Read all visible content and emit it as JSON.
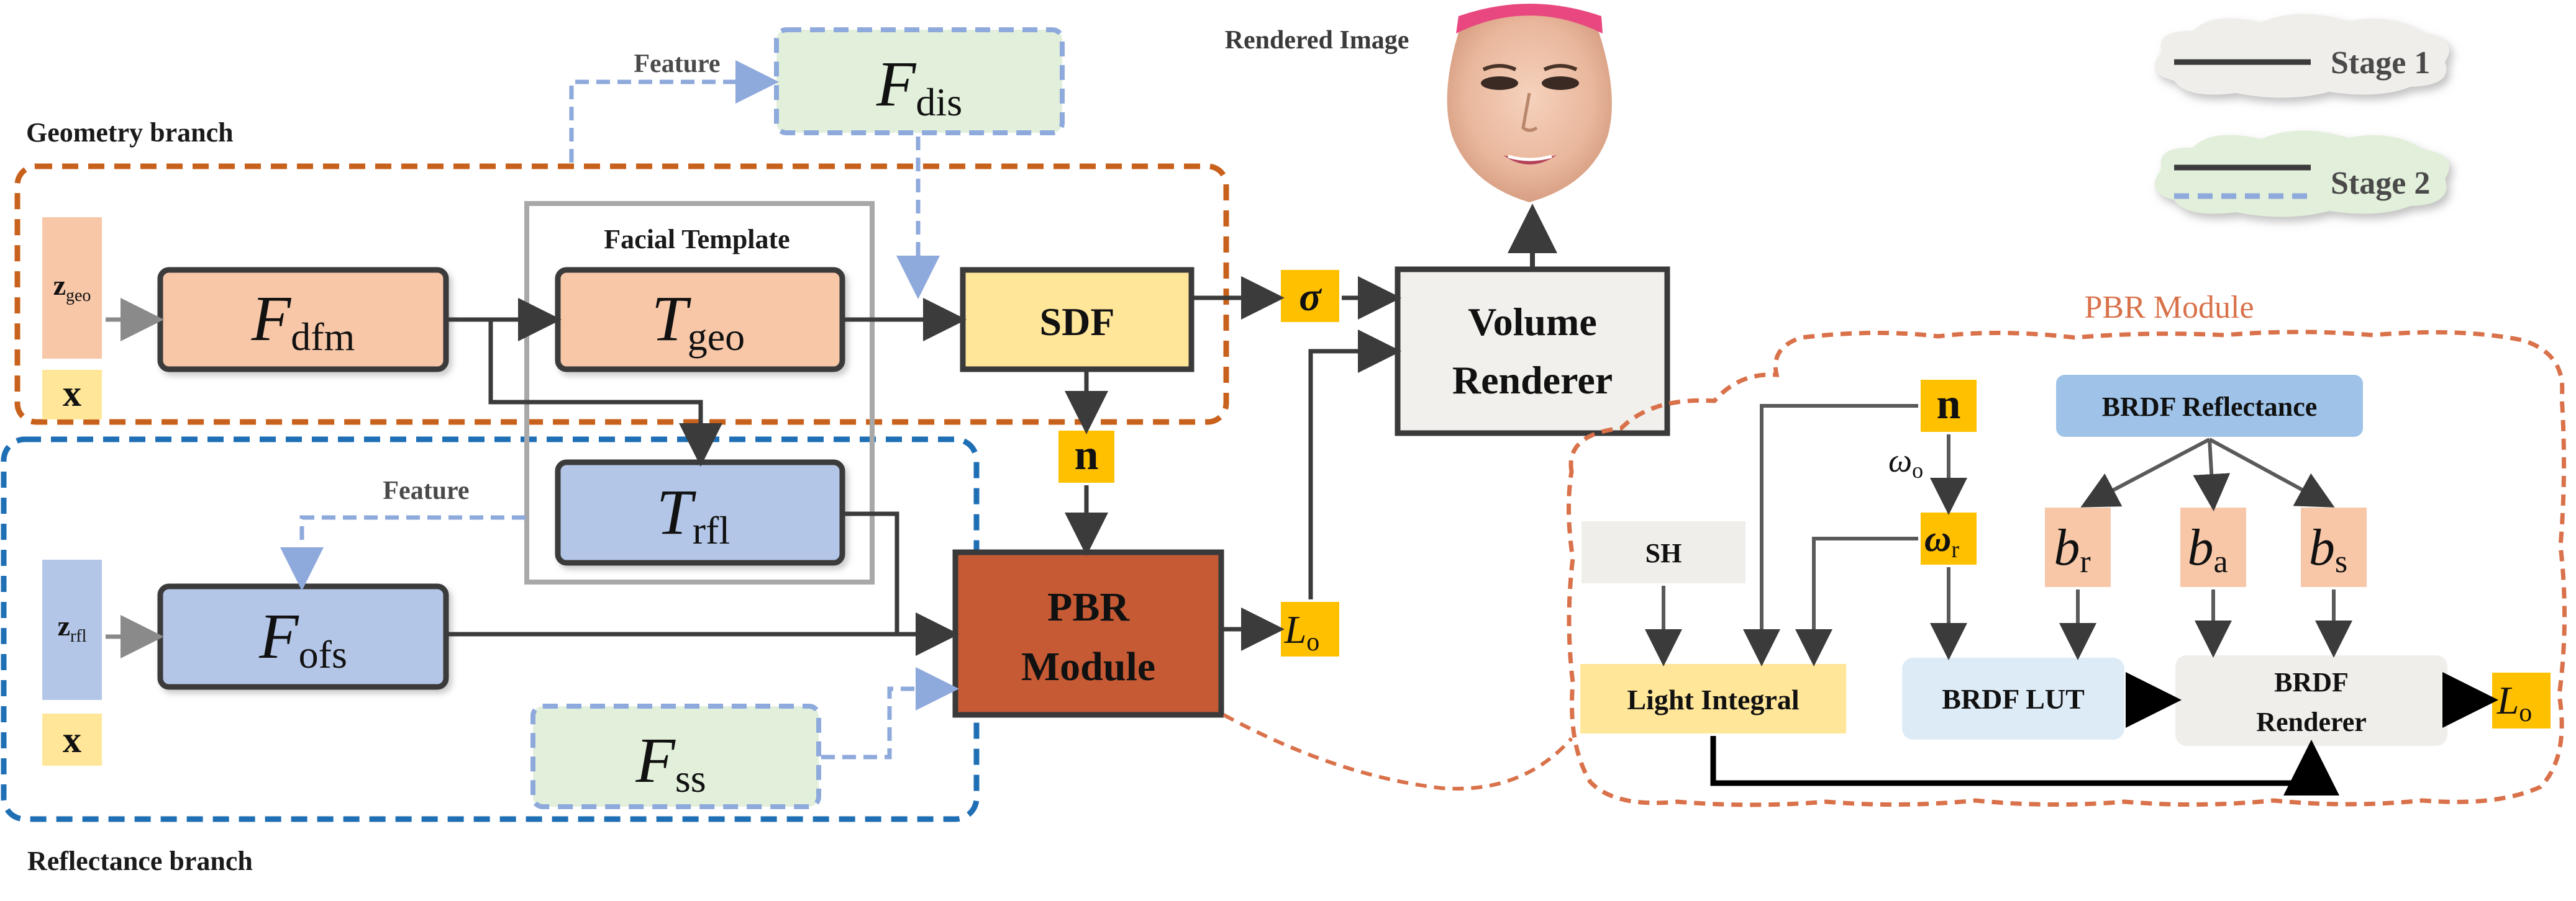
{
  "labels": {
    "geometry_branch": "Geometry branch",
    "reflectance_branch": "Reflectance branch",
    "facial_template": "Facial Template",
    "feature_top": "Feature",
    "feature_mid": "Feature",
    "rendered_image": "Rendered Image",
    "pbr_module_title": "PBR Module"
  },
  "legend": {
    "stage1": "Stage 1",
    "stage2": "Stage 2"
  },
  "nodes": {
    "z_geo": {
      "base": "z",
      "sub": "geo"
    },
    "z_rfl": {
      "base": "z",
      "sub": "rfl"
    },
    "x_geo": "x",
    "x_rfl": "x",
    "f_dis": {
      "base": "F",
      "sub": "dis"
    },
    "f_dfm": {
      "base": "F",
      "sub": "dfm"
    },
    "t_geo": {
      "base": "T",
      "sub": "geo"
    },
    "t_rfl": {
      "base": "T",
      "sub": "rfl"
    },
    "f_ofs": {
      "base": "F",
      "sub": "ofs"
    },
    "f_ss": {
      "base": "F",
      "sub": "ss"
    },
    "sdf": "SDF",
    "sigma": "σ",
    "n_main": "n",
    "pbr_line1": "PBR",
    "pbr_line2": "Module",
    "l_o_main": {
      "base": "L",
      "sub": "o"
    },
    "volume_line1": "Volume",
    "volume_line2": "Renderer"
  },
  "pbr_detail": {
    "n": "n",
    "omega_o": {
      "base": "ω",
      "sub": "o"
    },
    "omega_r": {
      "base": "ω",
      "sub": "r"
    },
    "brdf_reflectance": "BRDF Reflectance",
    "b_r": {
      "base": "b",
      "sub": "r"
    },
    "b_a": {
      "base": "b",
      "sub": "a"
    },
    "b_s": {
      "base": "b",
      "sub": "s"
    },
    "sh": "SH",
    "light_integral": "Light Integral",
    "brdf_lut": "BRDF LUT",
    "brdf_renderer_line1": "BRDF",
    "brdf_renderer_line2": "Renderer",
    "l_o": {
      "base": "L",
      "sub": "o"
    }
  },
  "colors": {
    "geometry_border": "#c8611c",
    "reflectance_border": "#1f6fb5",
    "orange_fill": "#f7c7a8",
    "blue_fill": "#b4c6e7",
    "green_fill": "#e2efda",
    "sdf_fill": "#ffe699",
    "pbr_fill": "#c55a34",
    "volume_fill": "#f2f0ec",
    "badge": "#ffc000",
    "stage2_dash": "#8ea9db",
    "pbr_module_border": "#d9714a"
  }
}
